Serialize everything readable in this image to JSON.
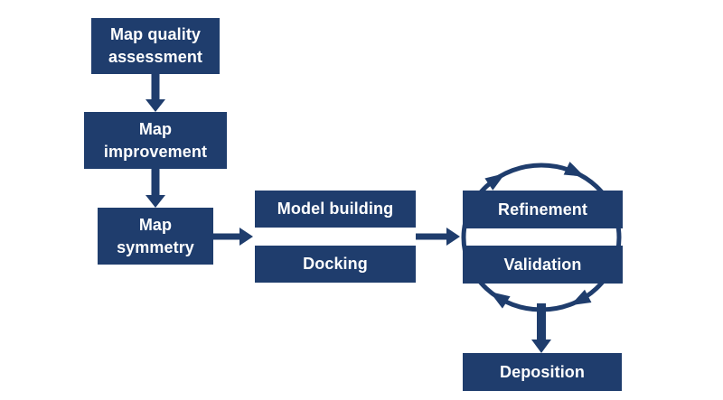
{
  "diagram": {
    "type": "flowchart",
    "background": "#ffffff",
    "colors": {
      "node_fill": "#1f3d6d",
      "arrow": "#1f3d6d",
      "label_text": "#ffffff"
    },
    "nodes": [
      {
        "id": "map-quality-assessment",
        "label": "Map quality\nassessment"
      },
      {
        "id": "map-improvement",
        "label": "Map\nimprovement"
      },
      {
        "id": "map-symmetry",
        "label": "Map\nsymmetry"
      },
      {
        "id": "model-building",
        "label": "Model building"
      },
      {
        "id": "docking",
        "label": "Docking"
      },
      {
        "id": "refinement",
        "label": "Refinement"
      },
      {
        "id": "validation",
        "label": "Validation"
      },
      {
        "id": "deposition",
        "label": "Deposition"
      }
    ],
    "edges": [
      {
        "from": "map-quality-assessment",
        "to": "map-improvement"
      },
      {
        "from": "map-improvement",
        "to": "map-symmetry"
      },
      {
        "from": "map-symmetry",
        "to": "model-building / docking"
      },
      {
        "from": "model-building / docking",
        "to": "refinement / validation"
      },
      {
        "from": "refinement / validation",
        "to": "deposition"
      }
    ],
    "cycle": {
      "nodes": [
        "refinement",
        "validation"
      ],
      "direction": "clockwise",
      "arrowheads": 4
    }
  }
}
